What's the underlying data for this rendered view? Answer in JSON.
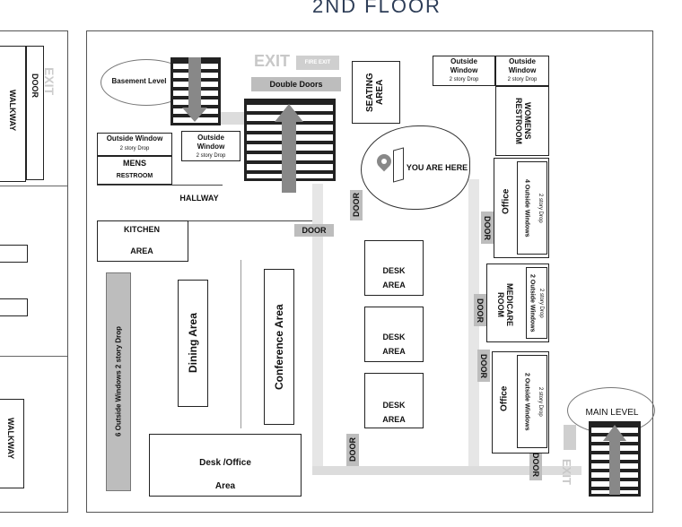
{
  "title": "2ND FLOOR",
  "exit_label": "EXIT",
  "exit_sign_text": "FIRE EXIT",
  "rooms": {
    "basement_level": "Basement Level",
    "double_doors": "Double Doors",
    "seating_area": "SEATING AREA",
    "outside_window": "Outside Window",
    "story_drop": "2 story Drop",
    "womens_restroom": "WOMENS RESTROOM",
    "mens": "MENS",
    "restroom": "RESTROOM",
    "hallway": "HALLWAY",
    "you_are_here": "YOU ARE HERE",
    "kitchen": "KITCHEN",
    "area": "AREA",
    "office": "Office",
    "four_windows": "4 Outside Windows",
    "two_windows": "2 Outside Windows",
    "medicare_room": "MEDICARE ROOM",
    "desk": "DESK",
    "dining_area": "Dining  Area",
    "conference_area": "Conference Area",
    "six_windows": "6 Outside Windows   2 story Drop",
    "desk_office": "Desk /Office",
    "area_lower": "Area",
    "main_level": "MAIN LEVEL",
    "walkway": "WALKWAY",
    "door": "DOOR"
  },
  "colors": {
    "title": "#2d3d57",
    "door": "#bdbdbd",
    "stair": "#2a2a2a",
    "arrow": "#888888"
  }
}
